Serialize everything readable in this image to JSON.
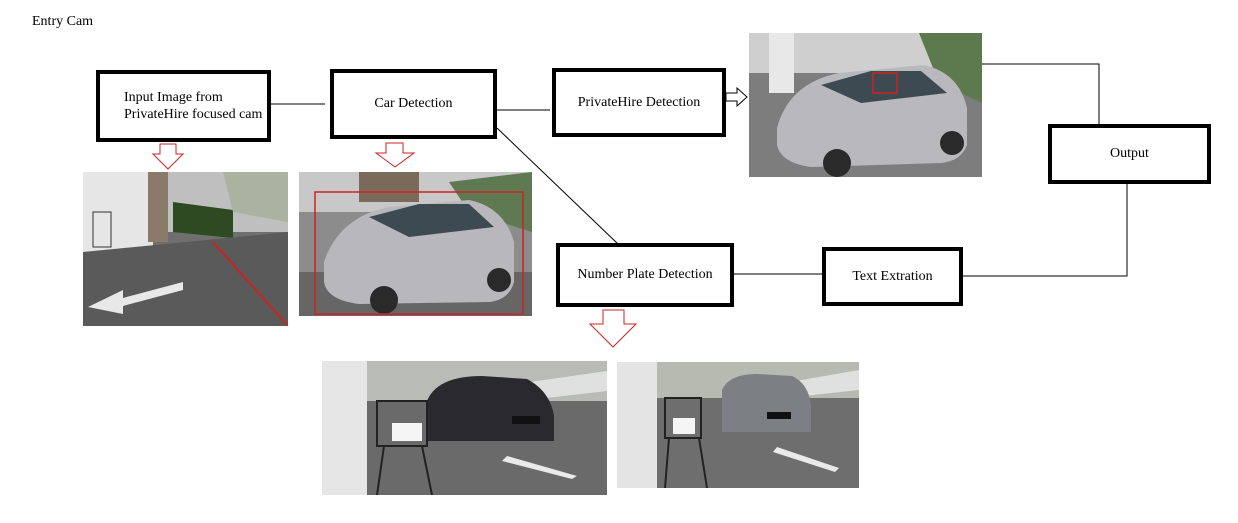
{
  "title": "Entry Cam",
  "nodes": {
    "input": "Input Image from PrivateHire focused cam",
    "car_detection": "Car Detection",
    "privatehire_detection": "PrivateHire Detection",
    "output": "Output",
    "number_plate_detection": "Number Plate Detection",
    "text_extraction": "Text Extration"
  },
  "photos": {
    "input_scene": "camera-frame-driveway",
    "car_detected": "camera-frame-car-bounding-box",
    "privatehire_detected": "camera-frame-car-roof-sign-box",
    "plate_1": "camera-frame-plate-front-dark-car",
    "plate_2": "camera-frame-plate-front-grey-car"
  },
  "colors": {
    "arrow_outline": "#cc2222",
    "bbox": "#cc2222",
    "box_border": "#000000"
  }
}
